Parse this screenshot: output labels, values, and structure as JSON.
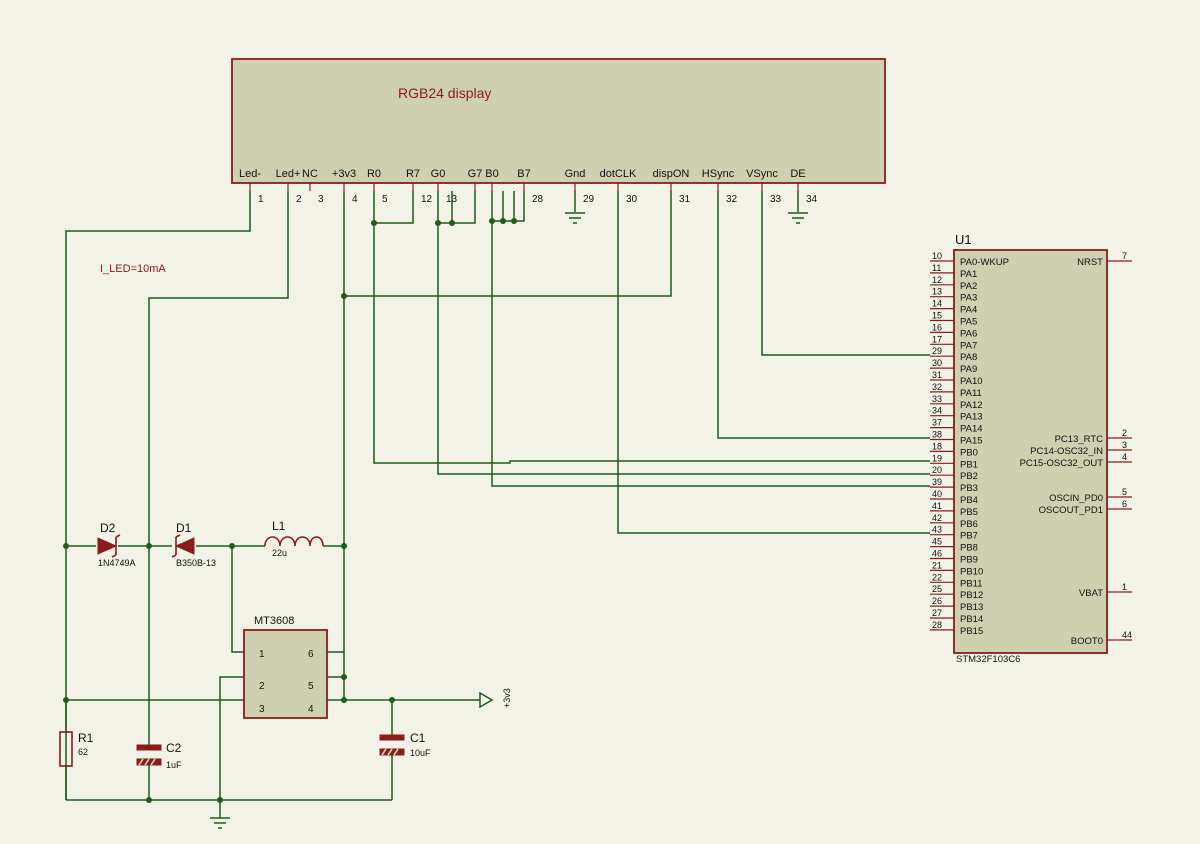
{
  "display": {
    "title": "RGB24 display",
    "pins": [
      {
        "name": "Led-",
        "num": "1"
      },
      {
        "name": "Led+",
        "num": "2"
      },
      {
        "name": "NC",
        "num": "3"
      },
      {
        "name": "+3v3",
        "num": "4"
      },
      {
        "name": "R0",
        "num": "5"
      },
      {
        "name": "R7",
        "num": "12"
      },
      {
        "name": "G0",
        "num": "13"
      },
      {
        "name": "G7",
        "num": ""
      },
      {
        "name": "B0",
        "num": ""
      },
      {
        "name": "B7",
        "num": "28"
      },
      {
        "name": "Gnd",
        "num": "29"
      },
      {
        "name": "dotCLK",
        "num": "30"
      },
      {
        "name": "dispON",
        "num": "31"
      },
      {
        "name": "HSync",
        "num": "32"
      },
      {
        "name": "VSync",
        "num": "33"
      },
      {
        "name": "DE",
        "num": "34"
      }
    ]
  },
  "u1": {
    "ref": "U1",
    "part": "STM32F103C6",
    "left_pins": [
      {
        "num": "10",
        "name": "PA0-WKUP"
      },
      {
        "num": "11",
        "name": "PA1"
      },
      {
        "num": "12",
        "name": "PA2"
      },
      {
        "num": "13",
        "name": "PA3"
      },
      {
        "num": "14",
        "name": "PA4"
      },
      {
        "num": "15",
        "name": "PA5"
      },
      {
        "num": "16",
        "name": "PA6"
      },
      {
        "num": "17",
        "name": "PA7"
      },
      {
        "num": "29",
        "name": "PA8"
      },
      {
        "num": "30",
        "name": "PA9"
      },
      {
        "num": "31",
        "name": "PA10"
      },
      {
        "num": "32",
        "name": "PA11"
      },
      {
        "num": "33",
        "name": "PA12"
      },
      {
        "num": "34",
        "name": "PA13"
      },
      {
        "num": "37",
        "name": "PA14"
      },
      {
        "num": "38",
        "name": "PA15"
      },
      {
        "num": "18",
        "name": "PB0"
      },
      {
        "num": "19",
        "name": "PB1"
      },
      {
        "num": "20",
        "name": "PB2"
      },
      {
        "num": "39",
        "name": "PB3"
      },
      {
        "num": "40",
        "name": "PB4"
      },
      {
        "num": "41",
        "name": "PB5"
      },
      {
        "num": "42",
        "name": "PB6"
      },
      {
        "num": "43",
        "name": "PB7"
      },
      {
        "num": "45",
        "name": "PB8"
      },
      {
        "num": "46",
        "name": "PB9"
      },
      {
        "num": "21",
        "name": "PB10"
      },
      {
        "num": "22",
        "name": "PB11"
      },
      {
        "num": "25",
        "name": "PB12"
      },
      {
        "num": "26",
        "name": "PB13"
      },
      {
        "num": "27",
        "name": "PB14"
      },
      {
        "num": "28",
        "name": "PB15"
      }
    ],
    "right_pins": [
      {
        "num": "7",
        "name": "NRST"
      },
      {
        "num": "2",
        "name": "PC13_RTC"
      },
      {
        "num": "3",
        "name": "PC14-OSC32_IN"
      },
      {
        "num": "4",
        "name": "PC15-OSC32_OUT"
      },
      {
        "num": "5",
        "name": "OSCIN_PD0"
      },
      {
        "num": "6",
        "name": "OSCOUT_PD1"
      },
      {
        "num": "1",
        "name": "VBAT"
      },
      {
        "num": "44",
        "name": "BOOT0"
      }
    ]
  },
  "mt3608": {
    "ref": "MT3608",
    "pins": [
      "1",
      "2",
      "3",
      "6",
      "5",
      "4"
    ]
  },
  "components": {
    "d2": {
      "ref": "D2",
      "value": "1N4749A"
    },
    "d1": {
      "ref": "D1",
      "value": "B350B-13"
    },
    "l1": {
      "ref": "L1",
      "value": "22u"
    },
    "r1": {
      "ref": "R1",
      "value": "62"
    },
    "c2": {
      "ref": "C2",
      "value": "1uF"
    },
    "c1": {
      "ref": "C1",
      "value": "10uF"
    }
  },
  "annotations": {
    "i_led": "I_LED=10mA",
    "out_net": "+3v3"
  },
  "colors": {
    "wire": "#1f5a1f",
    "component": "#8a1c1c",
    "fill": "#cfcfb2",
    "background": "#f2f2e6"
  }
}
